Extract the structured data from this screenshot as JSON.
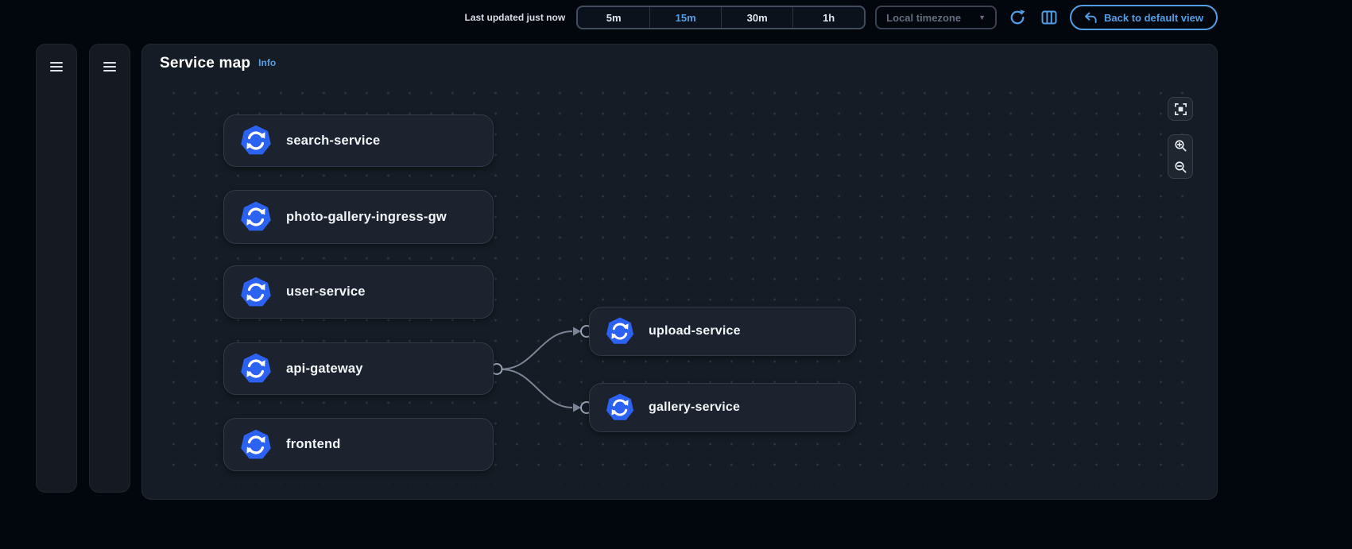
{
  "topbar": {
    "last_updated": "Last updated just now",
    "time_ranges": [
      {
        "label": "5m",
        "selected": false
      },
      {
        "label": "15m",
        "selected": true
      },
      {
        "label": "30m",
        "selected": false
      },
      {
        "label": "1h",
        "selected": false
      }
    ],
    "timezone_select": {
      "value": "Local timezone",
      "disabled": true
    },
    "back_button_label": "Back to default view"
  },
  "service_map": {
    "title": "Service map",
    "info_link": "Info",
    "nodes": [
      {
        "id": "search-service",
        "label": "search-service"
      },
      {
        "id": "photo-gallery-ingress-gw",
        "label": "photo-gallery-ingress-gw"
      },
      {
        "id": "user-service",
        "label": "user-service"
      },
      {
        "id": "api-gateway",
        "label": "api-gateway"
      },
      {
        "id": "frontend",
        "label": "frontend"
      },
      {
        "id": "upload-service",
        "label": "upload-service"
      },
      {
        "id": "gallery-service",
        "label": "gallery-service"
      }
    ],
    "edges": [
      {
        "from": "api-gateway",
        "to": "upload-service"
      },
      {
        "from": "api-gateway",
        "to": "gallery-service"
      }
    ]
  },
  "icons": {
    "menu": "hamburger-three-lines",
    "chevron_down": "▼",
    "refresh": "circular-arrow",
    "split_panel": "columns-square",
    "undo": "return-arrow",
    "service": "blue-heptagon-sync-arrows",
    "fit_view": "frame-corners",
    "zoom_in": "magnifier-plus",
    "zoom_out": "magnifier-minus"
  },
  "colors": {
    "accent_blue": "#539fe5",
    "node_icon_blue": "#2b62f2",
    "edge_gray": "#7b8494"
  }
}
